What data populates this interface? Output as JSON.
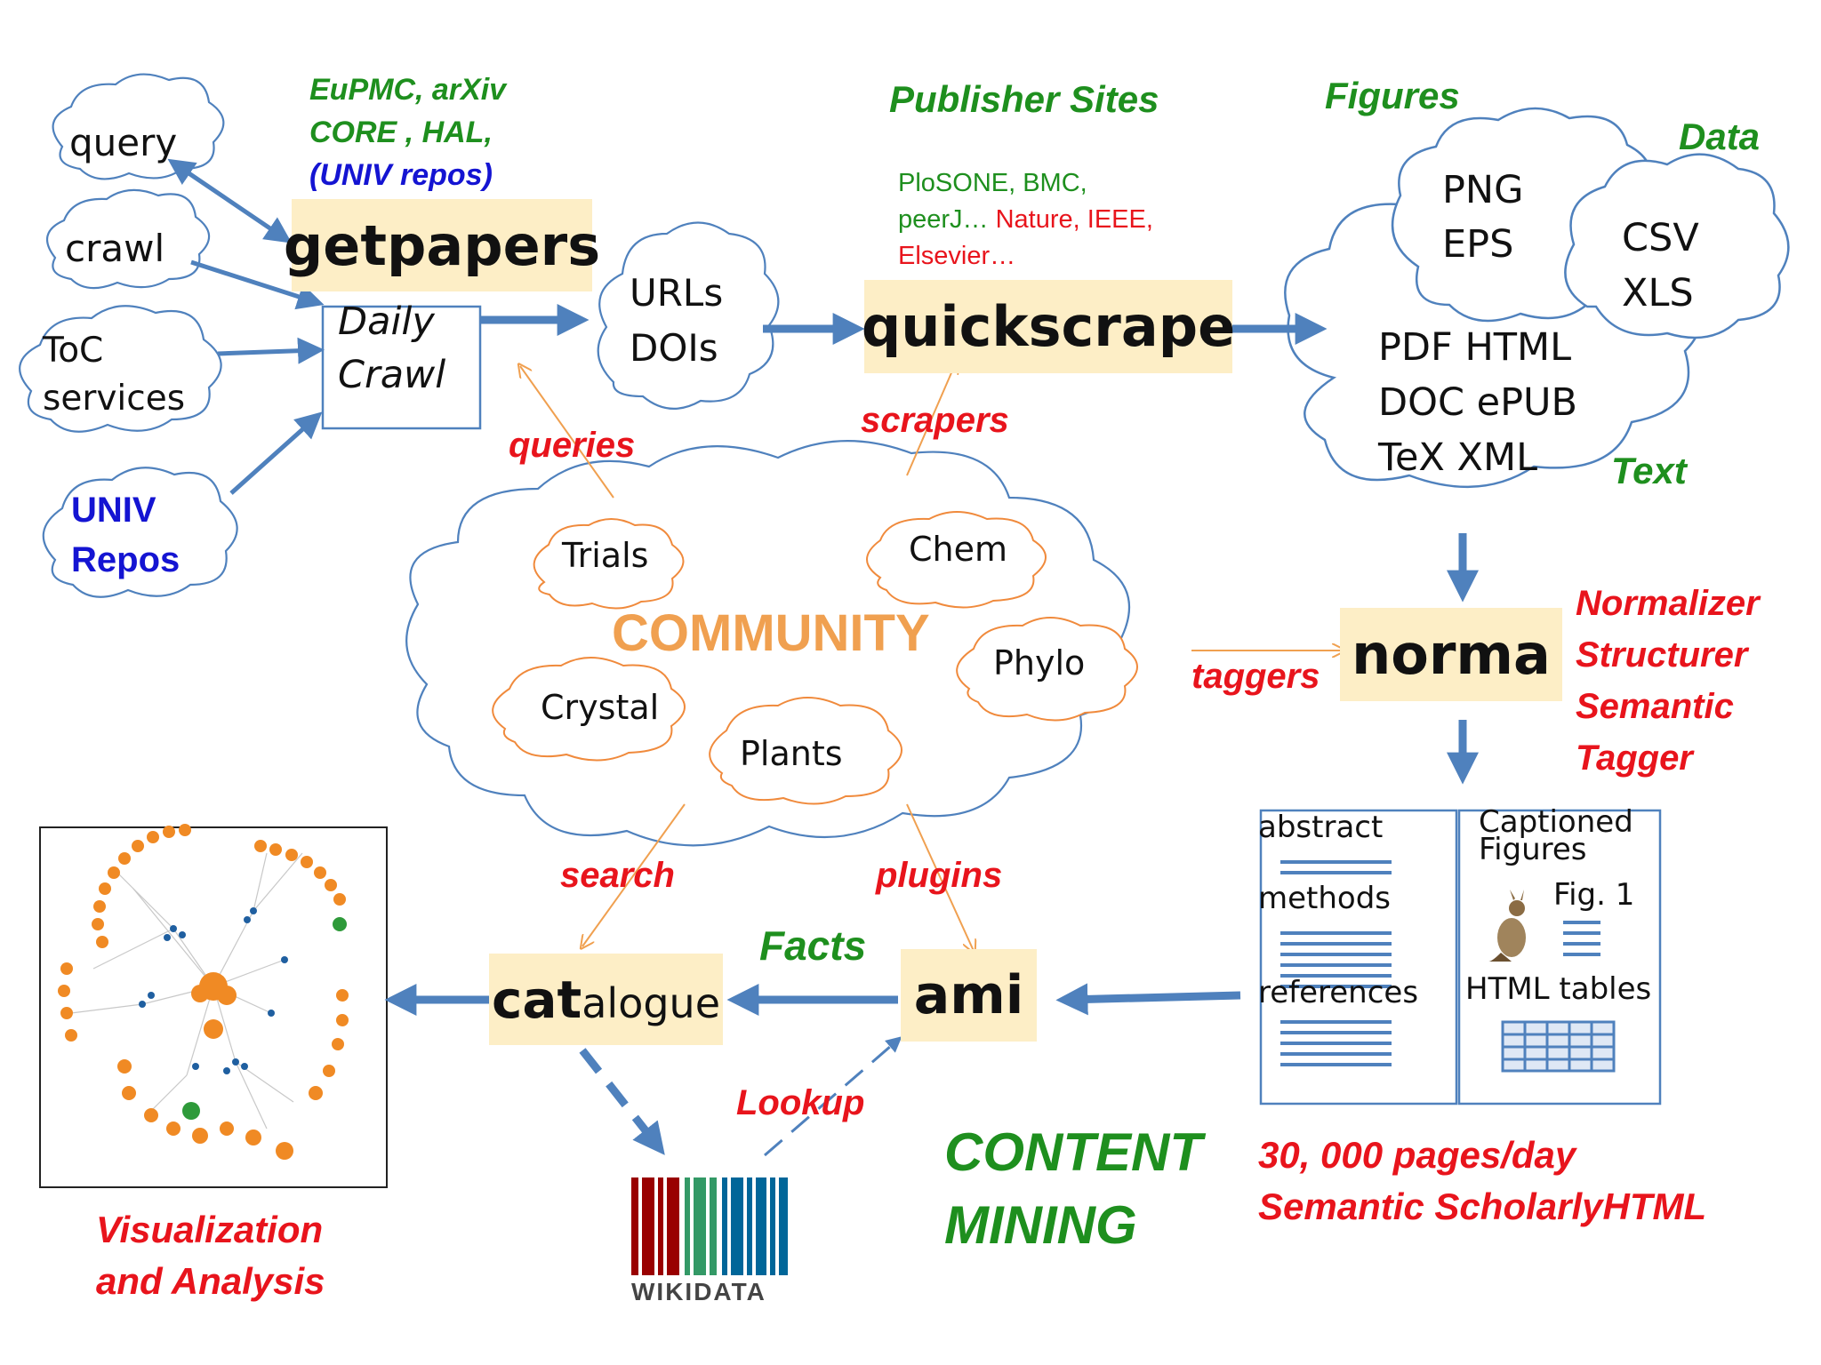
{
  "left_inputs": [
    "query",
    "crawl",
    "ToC services"
  ],
  "univ_repos": "UNIV Repos",
  "sources_line1": "EuPMC, arXiv",
  "sources_line2": "CORE , HAL,",
  "sources_line3": "(UNIV repos)",
  "getpapers": "getpapers",
  "daily_crawl_1": "Daily",
  "daily_crawl_2": "Crawl",
  "urls": "URLs",
  "dois": "DOIs",
  "publisher_sites": "Publisher Sites",
  "publishers_green_1": "PloSONE, BMC,",
  "publishers_green_2": "peerJ…",
  "publishers_red_2": "Nature, IEEE,",
  "publishers_red_3": "Elsevier…",
  "quickscrape": "quickscrape",
  "figures_title": "Figures",
  "data_title": "Data",
  "text_title": "Text",
  "figure_formats": [
    "PNG",
    "EPS"
  ],
  "data_formats": [
    "CSV",
    "XLS"
  ],
  "text_formats": [
    "PDF HTML",
    "DOC ePUB",
    "TeX XML"
  ],
  "community": "COMMUNITY",
  "communities": [
    "Trials",
    "Chem",
    "Phylo",
    "Crystal",
    "Plants"
  ],
  "queries": "queries",
  "scrapers": "scrapers",
  "taggers": "taggers",
  "search": "search",
  "plugins": "plugins",
  "norma": "norma",
  "norma_roles": [
    "Normalizer",
    "Structurer",
    "Semantic",
    "Tagger"
  ],
  "doc_sections": [
    "abstract",
    "methods",
    "references"
  ],
  "captioned_figures": "Captioned Figures",
  "fig1": "Fig. 1",
  "html_tables": "HTML tables",
  "ami": "ami",
  "facts": "Facts",
  "catalogue_bold": "cat",
  "catalogue_rest": "alogue",
  "lookup": "Lookup",
  "wikidata": "WIKIDATA",
  "content_mining_1": "CONTENT",
  "content_mining_2": "MINING",
  "pages_per_day": "30, 000 pages/day",
  "semantic_html": "Semantic ScholarlyHTML",
  "viz_1": "Visualization",
  "viz_2": "and Analysis",
  "colors": {
    "arrow_blue": "#4f81bd",
    "tool_bg": "#fdeec6",
    "community_orange": "#f0a050",
    "label_red": "#e8141c",
    "label_green": "#1e8f1e"
  }
}
